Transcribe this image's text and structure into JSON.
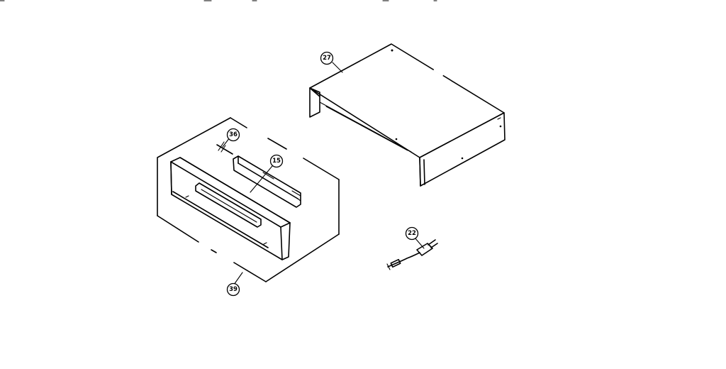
{
  "callouts": {
    "top_cover": "27",
    "screw": "36",
    "door": "15",
    "front_panel": "39",
    "power_cord": "22"
  }
}
